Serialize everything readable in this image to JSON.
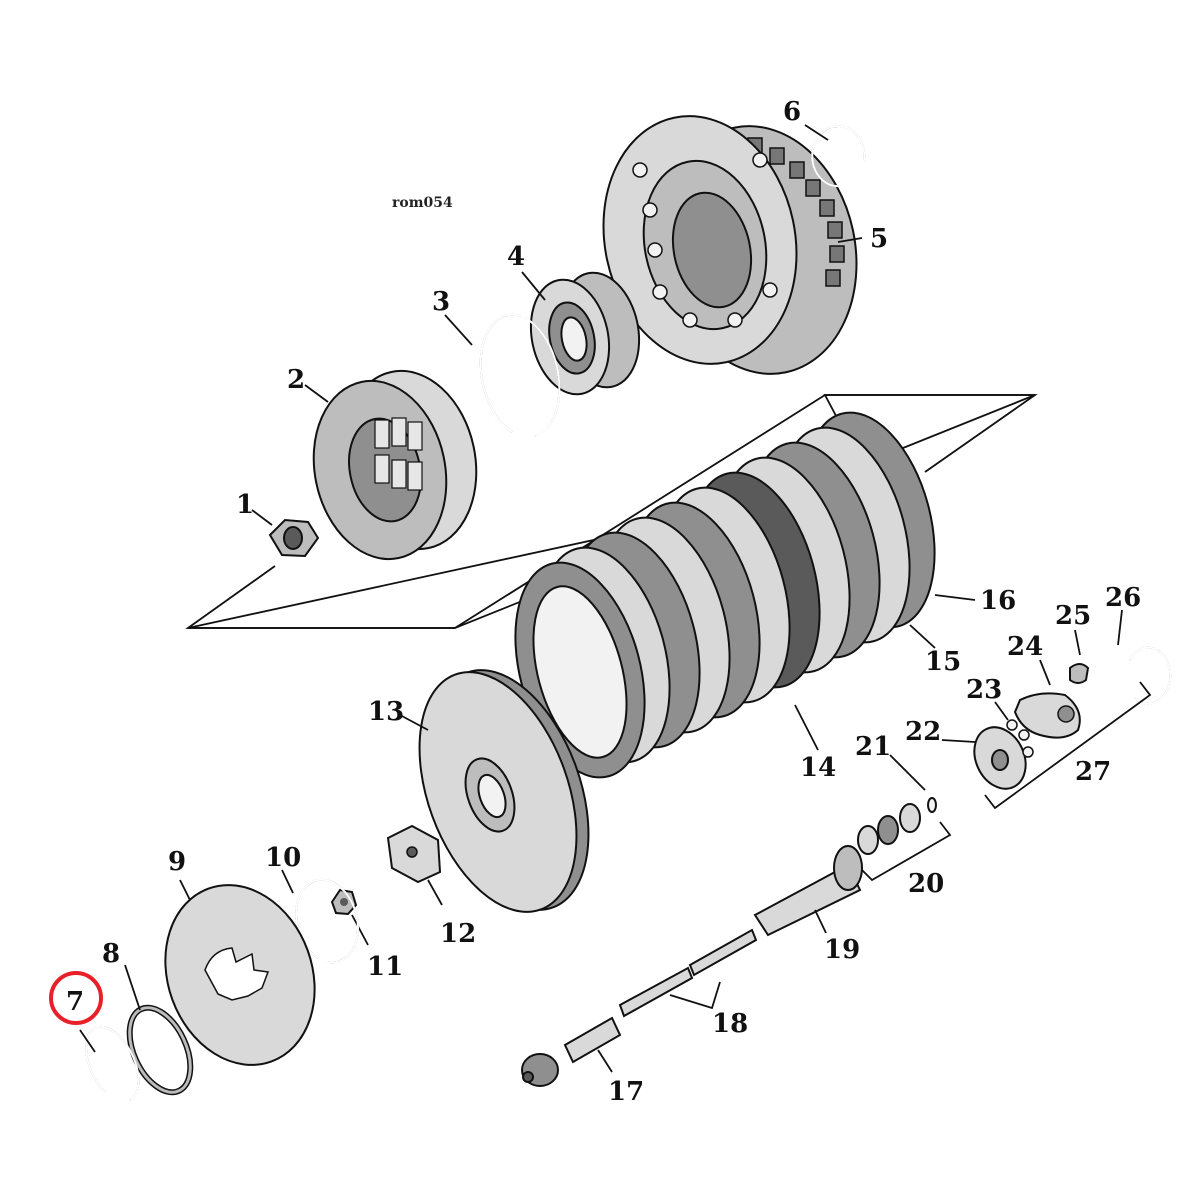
{
  "diagram": {
    "code": "rom054",
    "highlight_color": "#e8202a",
    "highlighted_part": "7",
    "labels": {
      "p1": "1",
      "p2": "2",
      "p3": "3",
      "p4": "4",
      "p5": "5",
      "p6": "6",
      "p7": "7",
      "p8": "8",
      "p9": "9",
      "p10": "10",
      "p11": "11",
      "p12": "12",
      "p13": "13",
      "p14": "14",
      "p15": "15",
      "p16": "16",
      "p17": "17",
      "p18": "18",
      "p19": "19",
      "p20": "20",
      "p21": "21",
      "p22": "22",
      "p23": "23",
      "p24": "24",
      "p25": "25",
      "p26": "26",
      "p27": "27"
    }
  }
}
